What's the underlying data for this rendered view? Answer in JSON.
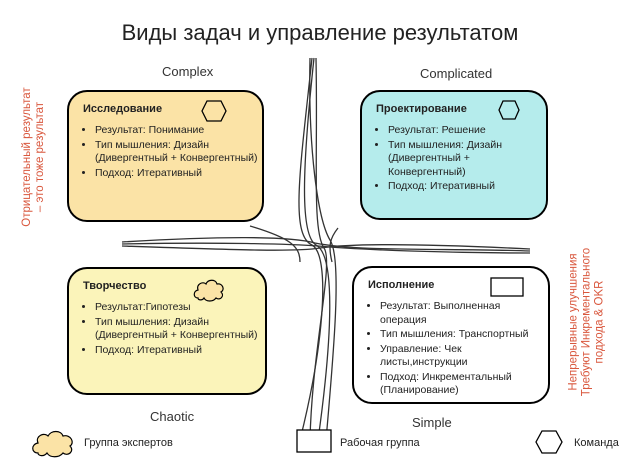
{
  "title": "Виды задач и управление результатом",
  "quadrant_labels": {
    "complex": "Complex",
    "complicated": "Complicated",
    "chaotic": "Chaotic",
    "simple": "Simple"
  },
  "colors": {
    "research": "#fbe3a6",
    "design": "#b5ecec",
    "creativity": "#fbf4ba",
    "execution": "#ffffff",
    "side_text": "#d9573d"
  },
  "boxes": {
    "research": {
      "title": "Исследование",
      "icon": "hexagon-icon",
      "items": [
        "Результат: Понимание",
        "Тип мышления: Дизайн (Дивергентный + Конвергентный)",
        "Подход: Итеративный"
      ]
    },
    "design": {
      "title": "Проектирование",
      "icon": "hexagon-icon",
      "items": [
        "Результат: Решение",
        "Тип мышления: Дизайн (Дивергентный + Конвергентный)",
        "Подход: Итеративный"
      ]
    },
    "creativity": {
      "title": "Творчество",
      "icon": "cloud-icon",
      "items": [
        "Результат:Гипотезы",
        "Тип мышления: Дизайн (Дивергентный + Конвергентный)",
        "Подход: Итеративный"
      ]
    },
    "execution": {
      "title": "Исполнение",
      "icon": "rectangle-icon",
      "items": [
        "Результат: Выполненная операция",
        "Тип мышления: Транспортный",
        "Управление: Чек листы,инструкции",
        "Подход: Инкрементальный (Планирование)"
      ]
    }
  },
  "side_left": [
    "Отрицательный результат",
    "– это тоже результат"
  ],
  "side_right": [
    "Непрерывные улучшения",
    "Требуют Инкрементального",
    "подхода & OKR"
  ],
  "legend": {
    "experts": "Группа экспертов",
    "workgroup": "Рабочая группа",
    "team": "Команда"
  }
}
